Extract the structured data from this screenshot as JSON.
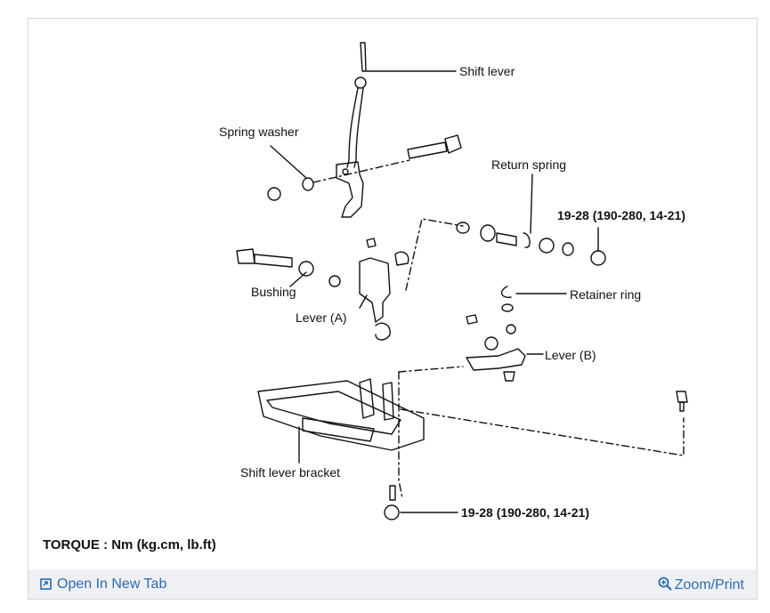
{
  "labels": {
    "shift_lever": "Shift lever",
    "spring_washer": "Spring washer",
    "return_spring": "Return spring",
    "torque_top": "19-28 (190-280, 14-21)",
    "bushing": "Bushing",
    "lever_a": "Lever (A)",
    "retainer_ring": "Retainer ring",
    "lever_b": "Lever (B)",
    "shift_lever_bracket": "Shift lever bracket",
    "torque_bottom": "19-28 (190-280, 14-21)"
  },
  "torque_note": "TORQUE : Nm (kg.cm, lb.ft)",
  "footer": {
    "open_label": "Open In New Tab",
    "zoom_label": "Zoom/Print",
    "open_icon": "open-in-new-tab-icon",
    "zoom_icon": "zoom-in-icon",
    "link_color": "#2e6ab1"
  }
}
